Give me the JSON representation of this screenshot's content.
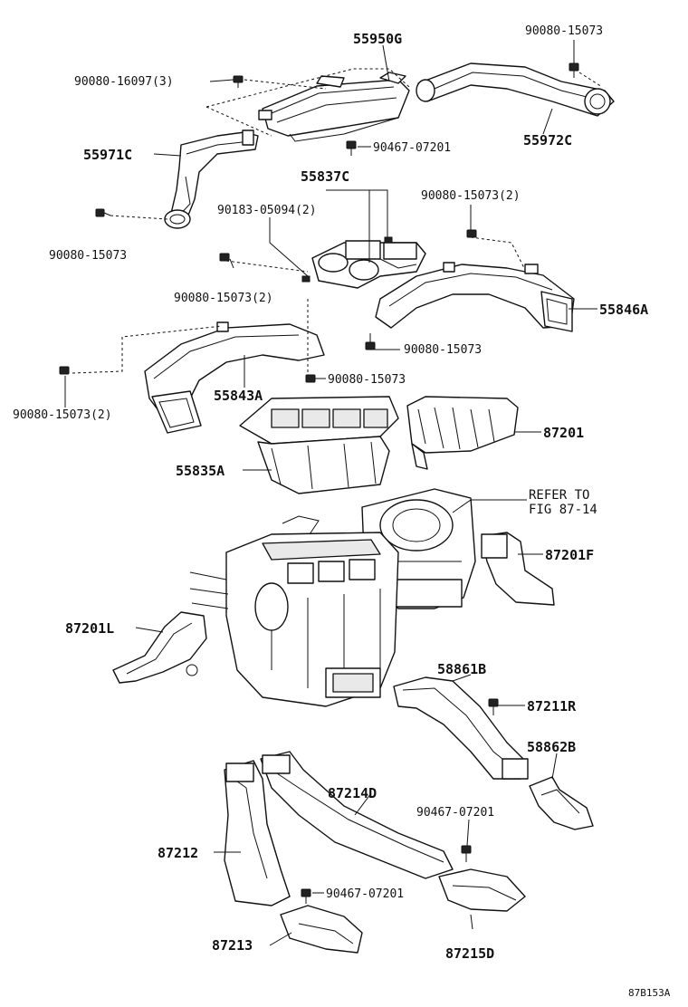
{
  "diagram_code": "87B153A",
  "labels": {
    "p55950G": "55950G",
    "p90080_15073_a": "90080-15073",
    "p90080_16097": "90080-16097(3)",
    "p55971C": "55971C",
    "p90467_07201_a": "90467-07201",
    "p55972C": "55972C",
    "p55837C": "55837C",
    "p90183_05094": "90183-05094(2)",
    "p90080_15073_2a": "90080-15073(2)",
    "p90080_15073_b": "90080-15073",
    "p90080_15073_2b": "90080-15073(2)",
    "p55846A": "55846A",
    "p90080_15073_c": "90080-15073",
    "p90080_15073_d": "90080-15073",
    "p90080_15073_2c": "90080-15073(2)",
    "p55843A": "55843A",
    "p87201": "87201",
    "p55835A": "55835A",
    "refer_line1": "REFER TO",
    "refer_line2": "FIG 87-14",
    "p87201F": "87201F",
    "p87201L": "87201L",
    "p58861B": "58861B",
    "p87211R": "87211R",
    "p58862B": "58862B",
    "p87214D": "87214D",
    "p90467_07201_b": "90467-07201",
    "p87212": "87212",
    "p90467_07201_c": "90467-07201",
    "p87213": "87213",
    "p87215D": "87215D"
  }
}
